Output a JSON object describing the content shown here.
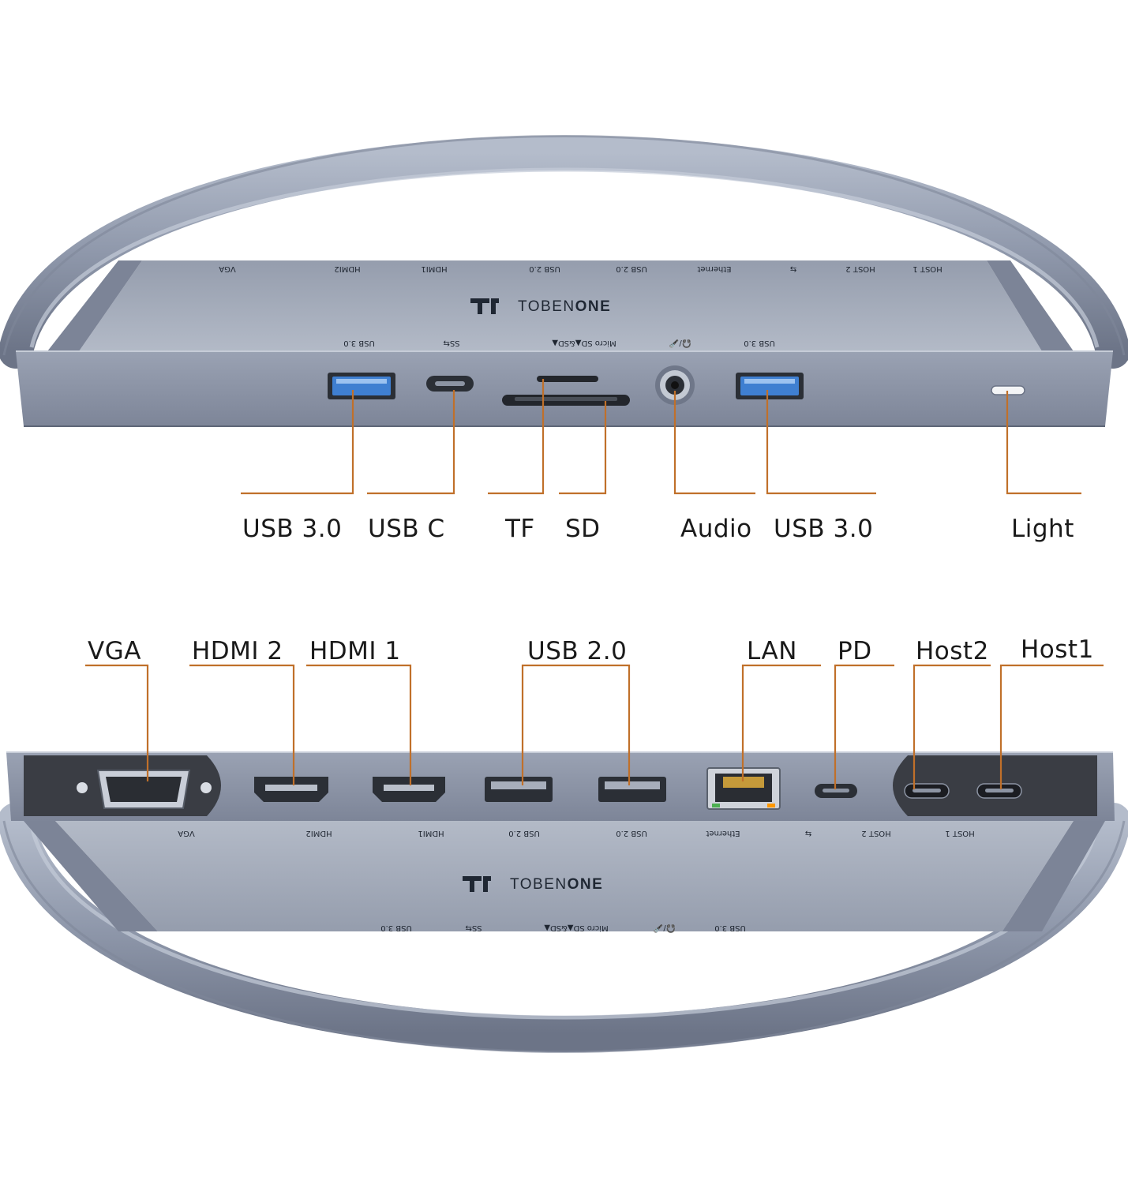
{
  "brand": {
    "name_prefix": "TOBEN",
    "name_suffix": "ONE",
    "color": "#1f2733"
  },
  "colors": {
    "leader": "#c0702a",
    "shell": "#8f98ab",
    "shell_dark": "#6b7385",
    "inner": "#a7aebd",
    "usb3_blue": "#3f7fd1",
    "bezel": "#3a3d44"
  },
  "top_view": {
    "labels": {
      "usb3_left": "USB 3.0",
      "usb_c": "USB C",
      "tf": "TF",
      "sd": "SD",
      "audio": "Audio",
      "usb3_right": "USB 3.0",
      "light": "Light"
    },
    "silkscreen": {
      "usb3_left": "USB 3.0",
      "ss": "SS⇆",
      "card": "Micro SD▲&SD▲",
      "audio": "🎧/🎤",
      "usb3_right": "USB 3.0"
    },
    "rear_silkscreen": [
      "VGA",
      "HDMI2",
      "HDMI1",
      "USB 2.0",
      "USB 2.0",
      "Ethernet",
      "⇆",
      "HOST 2",
      "HOST 1"
    ]
  },
  "bottom_view": {
    "labels": {
      "vga": "VGA",
      "hdmi2": "HDMI 2",
      "hdmi1": "HDMI 1",
      "usb2": "USB 2.0",
      "lan": "LAN",
      "pd": "PD",
      "host2": "Host2",
      "host1": "Host1"
    },
    "silkscreen": {
      "vga": "VGA",
      "hdmi2": "HDMI2",
      "hdmi1": "HDMI1",
      "usb2_a": "USB 2.0",
      "usb2_b": "USB 2.0",
      "ethernet": "Ethernet",
      "pd": "⇆",
      "host2": "HOST 2",
      "host1": "HOST 1"
    },
    "rear_silkscreen": [
      "USB 3.0",
      "SS⇆",
      "Micro SD▲&SD▲",
      "🎧/🎤",
      "USB 3.0"
    ]
  }
}
